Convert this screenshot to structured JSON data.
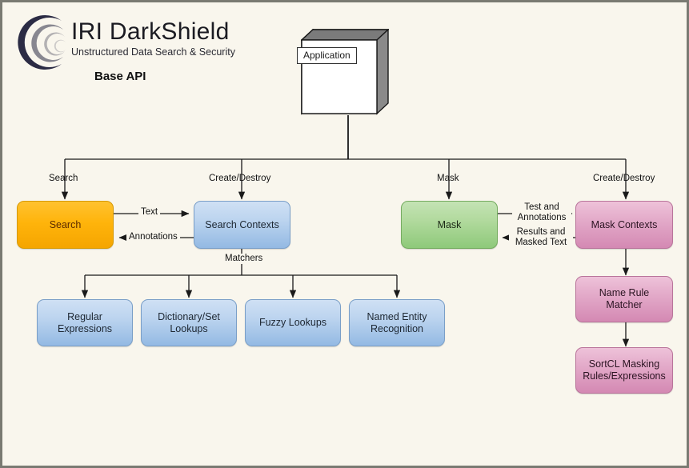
{
  "brand": {
    "logo_icon": "iri-spiral-logo-icon",
    "title": "IRI DarkShield",
    "subtitle": "Unstructured Data Search & Security",
    "diagram_title": "Base API"
  },
  "colors": {
    "canvas": "#f9f6ed",
    "frame_border": "#7a7a72",
    "search_node": "#ffb40b",
    "context_node": "#bcd4ef",
    "mask_node": "#b2da9e",
    "mask_context_node": "#e3aac9",
    "connector": "#1a1a1a"
  },
  "application": {
    "shape": "3d-component-cube",
    "label": "Application"
  },
  "nodes": {
    "search": "Search",
    "search_contexts": "Search Contexts",
    "mask": "Mask",
    "mask_contexts": "Mask Contexts",
    "name_rule_matcher": "Name Rule Matcher",
    "sortcl_masking": "SortCL Masking\nRules/Expressions",
    "sortcl_masking_line1": "SortCL Masking",
    "sortcl_masking_line2": "Rules/Expressions",
    "matchers": [
      {
        "label": "Regular Expressions",
        "line1": "Regular Expressions",
        "line2": ""
      },
      {
        "label": "Dictionary/Set Lookups",
        "line1": "Dictionary/Set",
        "line2": "Lookups"
      },
      {
        "label": "Fuzzy Lookups",
        "line1": "Fuzzy Lookups",
        "line2": ""
      },
      {
        "label": "Named Entity Recognition",
        "line1": "Named Entity",
        "line2": "Recognition"
      }
    ]
  },
  "edges": {
    "app_to_search": "Search",
    "app_to_search_contexts": "Create/Destroy",
    "app_to_mask": "Mask",
    "app_to_mask_contexts": "Create/Destroy",
    "search_to_contexts": "Text",
    "contexts_to_search": "Annotations",
    "contexts_to_matchers": "Matchers",
    "mask_to_contexts_l1": "Test and",
    "mask_to_contexts_l2": "Annotations",
    "contexts_to_mask_l1": "Results and",
    "contexts_to_mask_l2": "Masked Text"
  }
}
